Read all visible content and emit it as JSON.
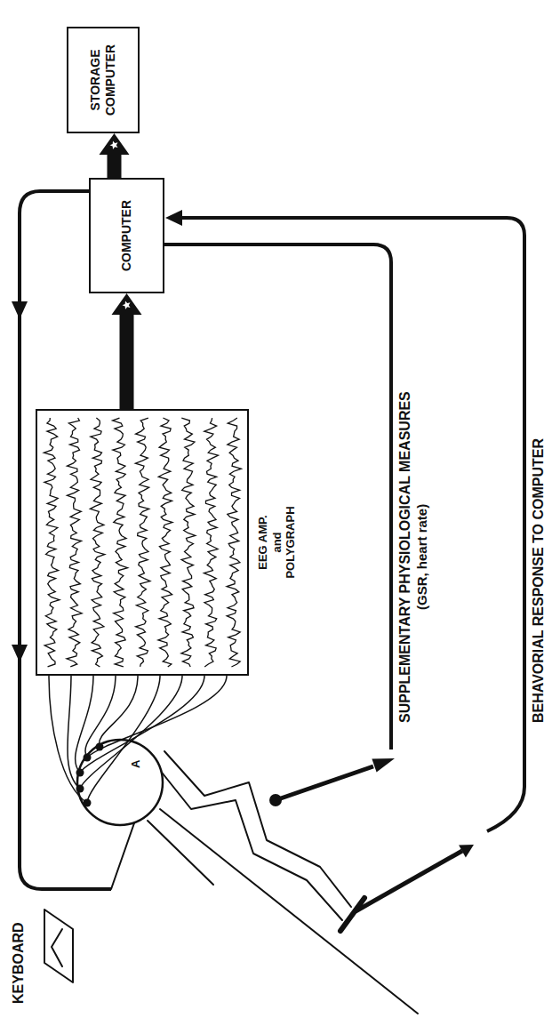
{
  "diagram": {
    "nodes": [
      {
        "text": [
          "EEG AMP. and POLYGRAPH"
        ]
      },
      {
        "text": [
          "COMPUTER"
        ]
      },
      {
        "text": [
          "STORAGE COMPUTER"
        ]
      }
    ],
    "edges": [
      {
        "from": 0,
        "to": 1,
        "arrow": "to"
      },
      {
        "from": 1,
        "to": 2,
        "arrow": "to"
      }
    ],
    "labels": [
      "KEYBOARD",
      "A",
      "SUPPLEMENTARY PHYSIOLOGICAL MEASURES",
      "(GSR, heart rate)",
      "BEHAVORIAL RESPONSE TO COMPUTER"
    ]
  }
}
